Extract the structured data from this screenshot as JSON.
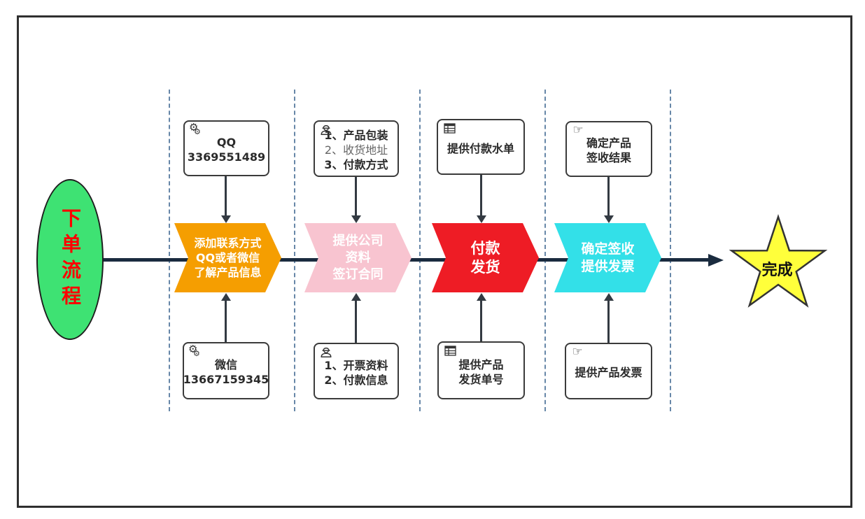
{
  "diagram": {
    "oval_label": "下单流程",
    "star_label": "完成",
    "colors": {
      "oval_fill": "#3ee273",
      "oval_text": "#ff0000",
      "chevron_stage1": "#f59e01",
      "chevron_stage2": "#f8c4d0",
      "chevron_stage3": "#ee1c25",
      "chevron_stage4": "#33e0e8",
      "star_fill": "#ffff3b",
      "main_line": "#1a2b3f",
      "lane_divider": "#6787a8",
      "box_border": "#3b3b3b"
    },
    "stages": [
      {
        "top_box": {
          "icon": "gears-icon",
          "lines": [
            "QQ",
            "3369551489"
          ]
        },
        "chevron": {
          "lines": [
            "添加联系方式",
            "QQ或者微信",
            "了解产品信息"
          ]
        },
        "bottom_box": {
          "icon": "gears-icon",
          "lines": [
            "微信",
            "13667159345"
          ]
        }
      },
      {
        "top_box": {
          "icon": "worker-icon",
          "lines": [
            "1、产品包装",
            "2、收货地址",
            "3、付款方式"
          ]
        },
        "chevron": {
          "lines": [
            "提供公司",
            "资料",
            "签订合同"
          ]
        },
        "bottom_box": {
          "icon": "worker-icon",
          "lines": [
            "1、开票资料",
            "2、付款信息"
          ]
        }
      },
      {
        "top_box": {
          "icon": "table-icon",
          "lines": [
            "提供付款水单"
          ]
        },
        "chevron": {
          "lines": [
            "付款",
            "发货"
          ]
        },
        "bottom_box": {
          "icon": "table-icon",
          "lines": [
            "提供产品",
            "发货单号"
          ]
        }
      },
      {
        "top_box": {
          "icon": "hand-icon",
          "lines": [
            "确定产品",
            "签收结果"
          ]
        },
        "chevron": {
          "lines": [
            "确定签收",
            "提供发票"
          ]
        },
        "bottom_box": {
          "icon": "hand-icon",
          "lines": [
            "提供产品发票"
          ]
        }
      }
    ]
  }
}
